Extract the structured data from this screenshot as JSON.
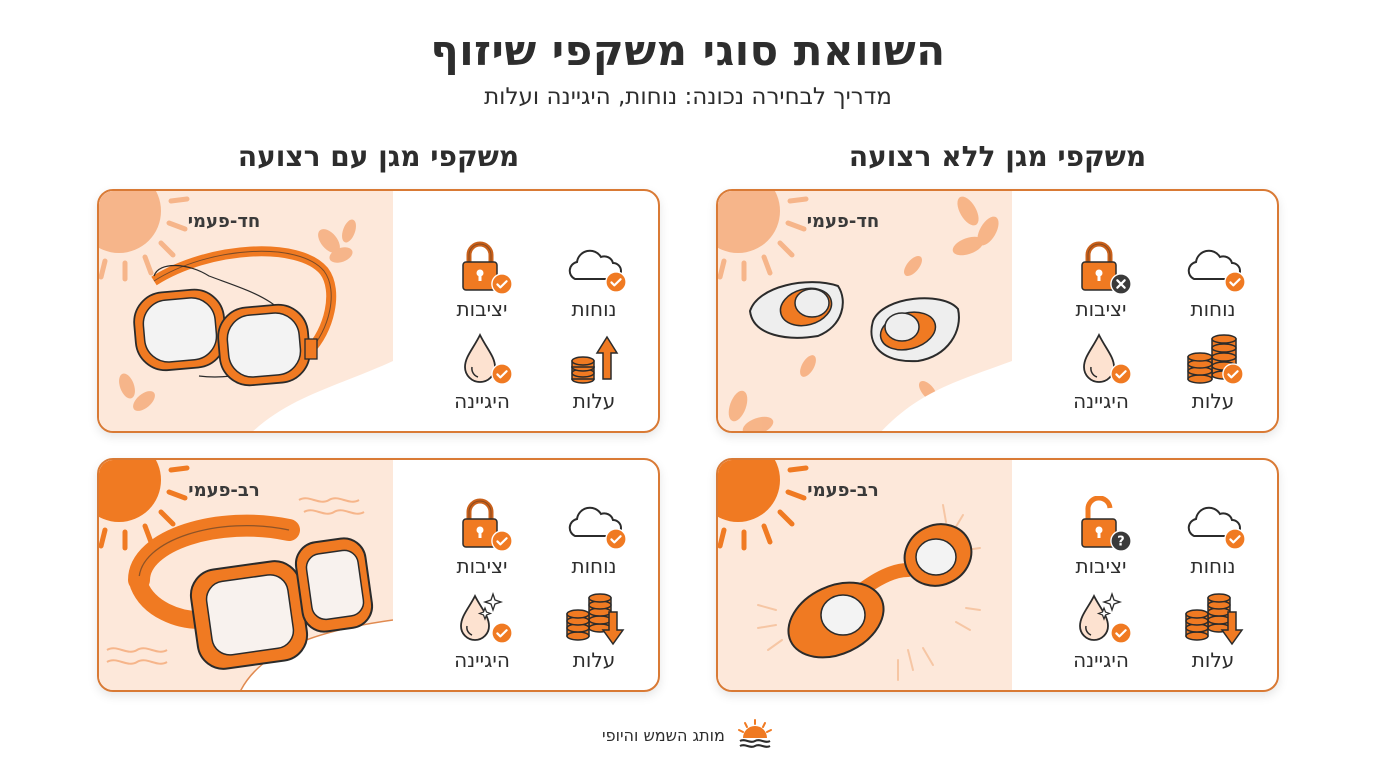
{
  "header": {
    "title": "השוואת סוגי משקפי שיזוף",
    "subtitle": "מדריך לבחירה נכונה: נוחות, היגיינה ועלות"
  },
  "columns": {
    "right": {
      "title": "משקפי מגן ללא רצועה"
    },
    "left": {
      "title": "משקפי מגן עם רצועה"
    }
  },
  "cards": {
    "strap_disposable": {
      "label": "חד-פעמי",
      "comfort": {
        "label": "נוחות",
        "icon": "cloud-icon",
        "status": "check"
      },
      "stability": {
        "label": "יציבות",
        "icon": "lock-icon",
        "status": "check"
      },
      "cost": {
        "label": "עלות",
        "icon": "coins-up-icon",
        "status": "up"
      },
      "hygiene": {
        "label": "היגיינה",
        "icon": "drop-icon",
        "status": "check"
      }
    },
    "nostrap_disposable": {
      "label": "חד-פעמי",
      "comfort": {
        "label": "נוחות",
        "icon": "cloud-icon",
        "status": "check"
      },
      "stability": {
        "label": "יציבות",
        "icon": "lock-icon",
        "status": "x"
      },
      "cost": {
        "label": "עלות",
        "icon": "coins-icon",
        "status": "check"
      },
      "hygiene": {
        "label": "היגיינה",
        "icon": "drop-icon",
        "status": "check"
      }
    },
    "strap_reusable": {
      "label": "רב-פעמי",
      "comfort": {
        "label": "נוחות",
        "icon": "cloud-icon",
        "status": "check"
      },
      "stability": {
        "label": "יציבות",
        "icon": "lock-icon",
        "status": "check"
      },
      "cost": {
        "label": "עלות",
        "icon": "coins-down-icon",
        "status": "down"
      },
      "hygiene": {
        "label": "היגיינה",
        "icon": "drop-sparkle-icon",
        "status": "check"
      }
    },
    "nostrap_reusable": {
      "label": "רב-פעמי",
      "comfort": {
        "label": "נוחות",
        "icon": "cloud-icon",
        "status": "check"
      },
      "stability": {
        "label": "יציבות",
        "icon": "unlock-icon",
        "status": "question"
      },
      "cost": {
        "label": "עלות",
        "icon": "coins-down-icon",
        "status": "down"
      },
      "hygiene": {
        "label": "היגיינה",
        "icon": "drop-sparkle-icon",
        "status": "check"
      }
    }
  },
  "footer": {
    "brand": "מותג השמש והיופי"
  },
  "colors": {
    "accent": "#f07a22",
    "border": "#d97a35",
    "panel": "#fde8da",
    "dark_badge": "#3a3a3a",
    "text": "#2d2d2d"
  }
}
